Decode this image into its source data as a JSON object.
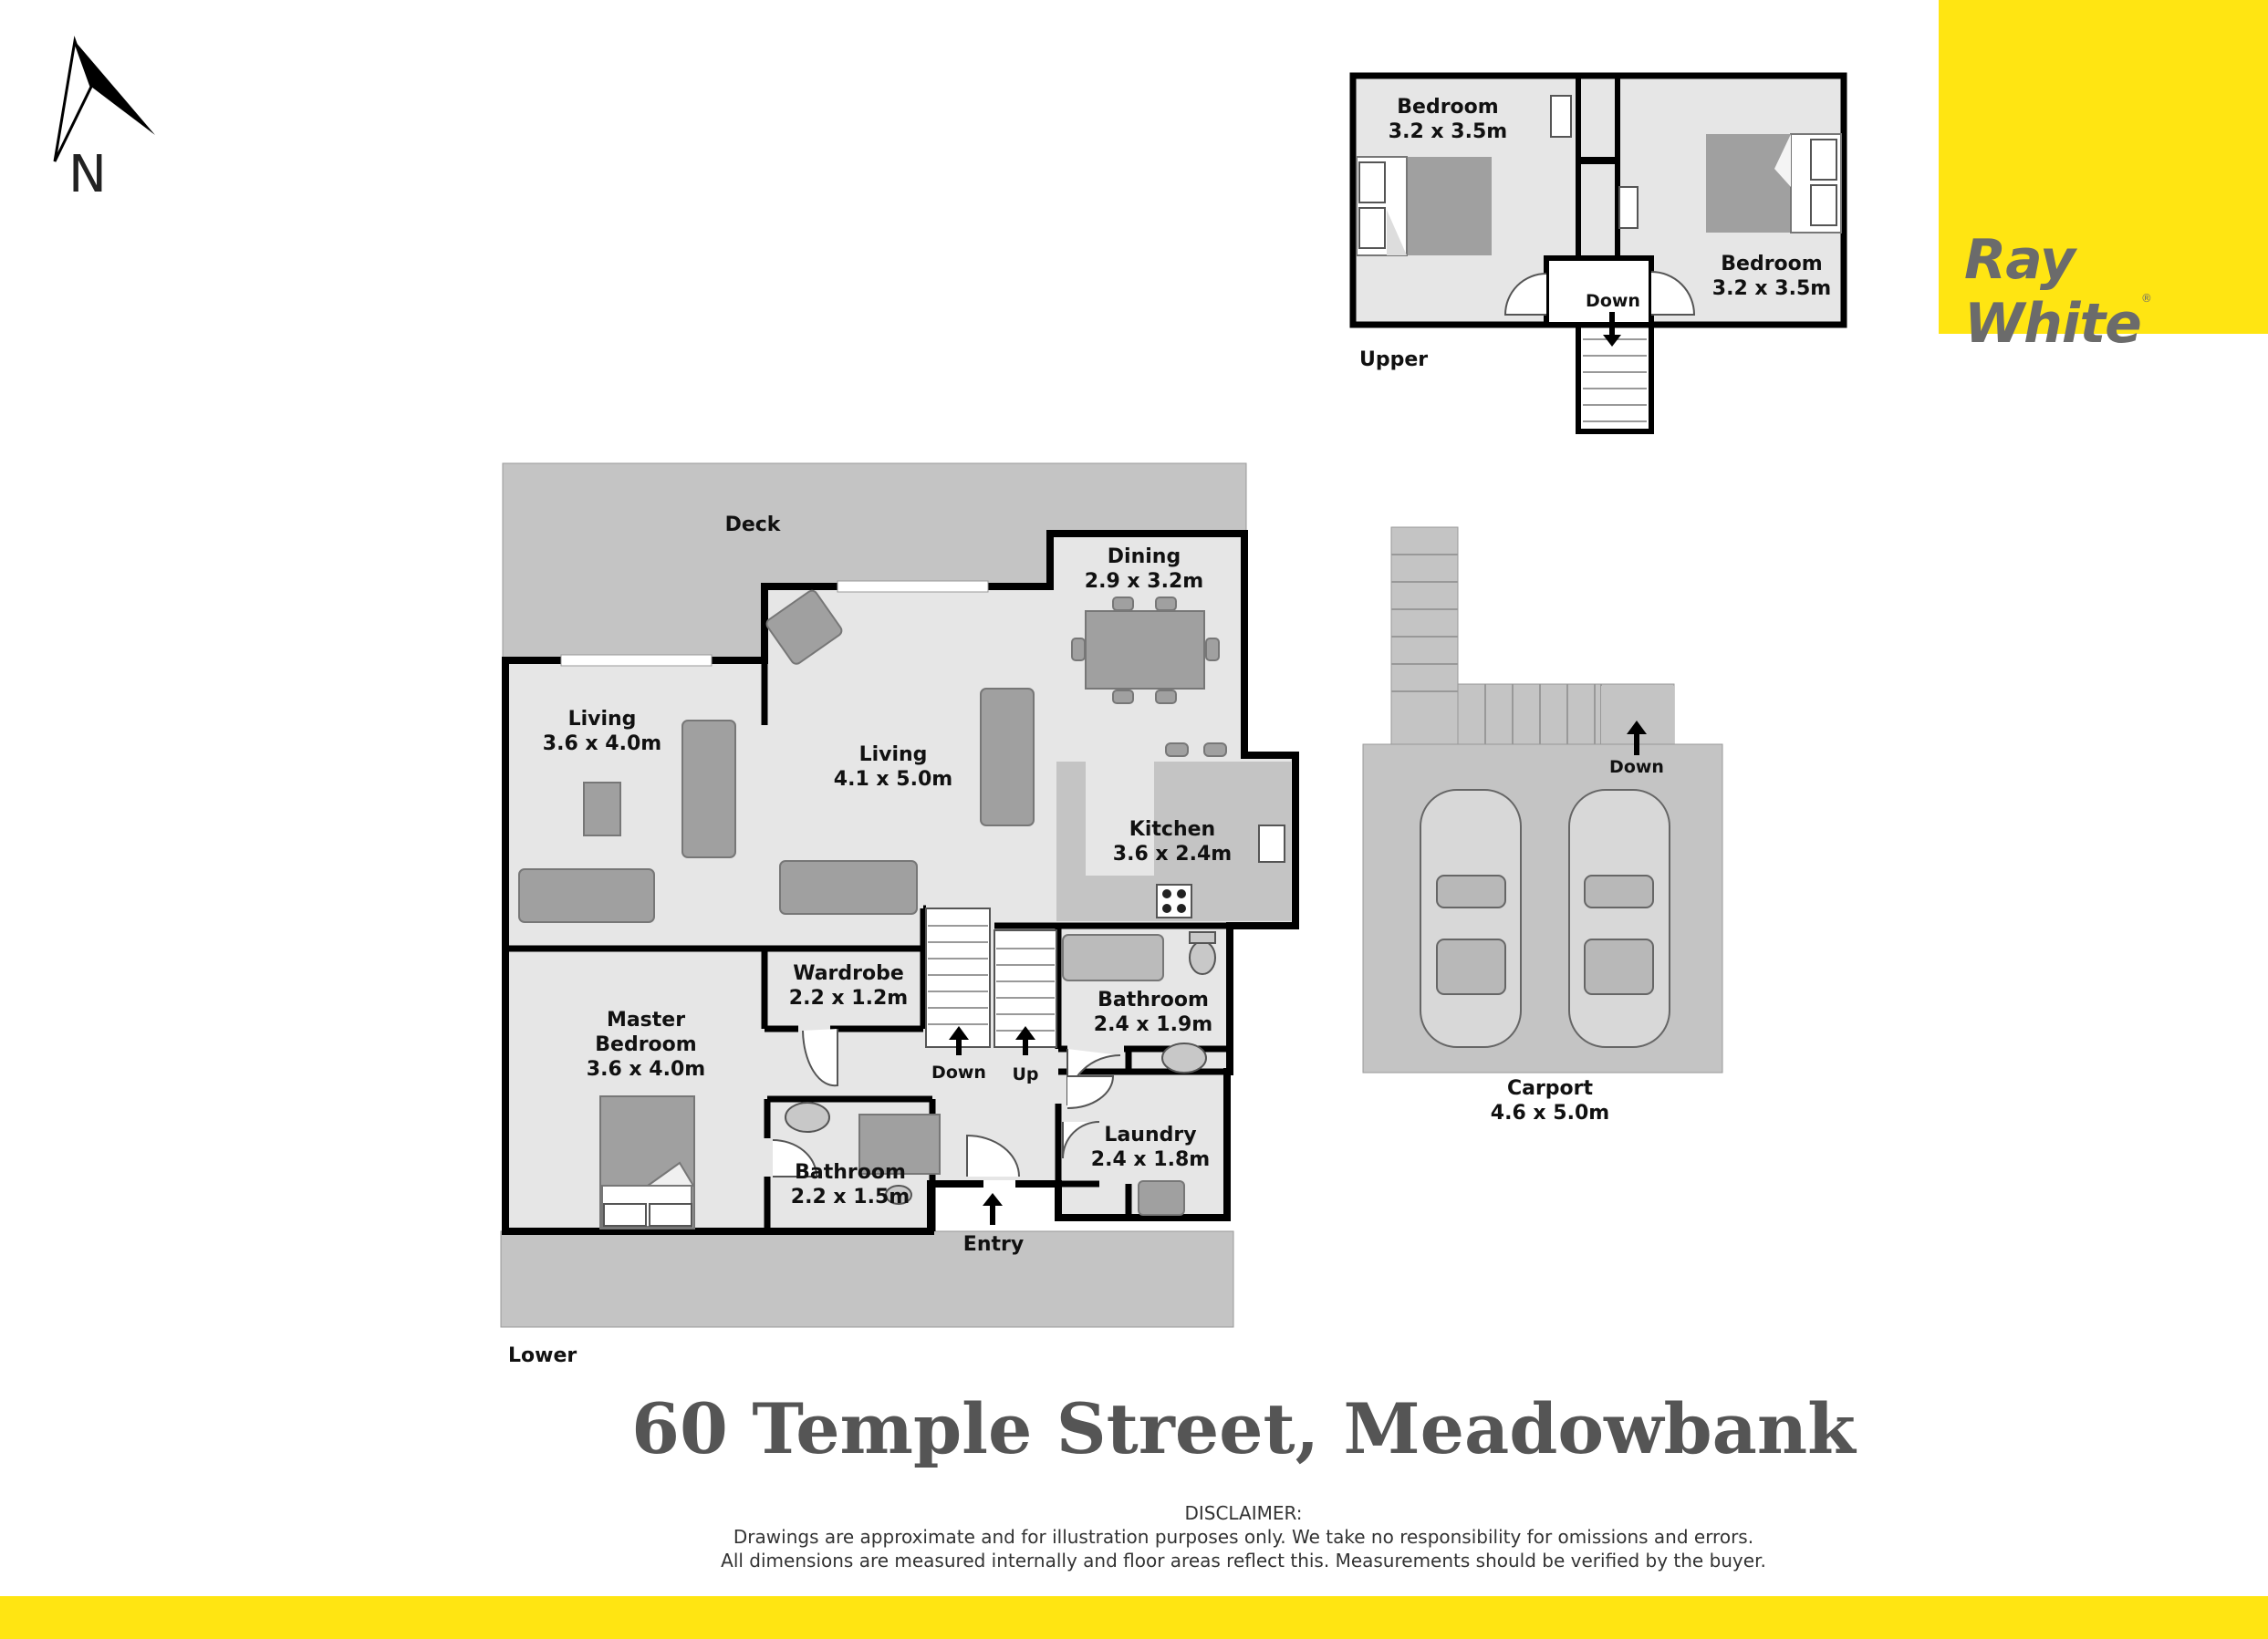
{
  "compass": {
    "label": "N"
  },
  "brand": {
    "name": "Ray White",
    "color": "#ffe512"
  },
  "address": "60 Temple Street, Meadowbank",
  "disclaimer": {
    "heading": "DISCLAIMER:",
    "line1": "Drawings are approximate and for illustration purposes only. We take no responsibility for omissions and errors.",
    "line2": "All dimensions are measured internally and floor areas reflect this. Measurements should be verified by the buyer."
  },
  "upper": {
    "level_label": "Upper",
    "bedroom_left": {
      "name": "Bedroom",
      "size": "3.2 x 3.5m"
    },
    "bedroom_right": {
      "name": "Bedroom",
      "size": "3.2 x 3.5m"
    },
    "stairs_label": "Down"
  },
  "lower": {
    "level_label": "Lower",
    "deck": "Deck",
    "dining": {
      "name": "Dining",
      "size": "2.9 x 3.2m"
    },
    "living_left": {
      "name": "Living",
      "size": "3.6 x 4.0m"
    },
    "living_main": {
      "name": "Living",
      "size": "4.1 x 5.0m"
    },
    "kitchen": {
      "name": "Kitchen",
      "size": "3.6 x 2.4m"
    },
    "wardrobe": {
      "name": "Wardrobe",
      "size": "2.2 x 1.2m"
    },
    "master_bedroom": {
      "name_line1": "Master",
      "name_line2": "Bedroom",
      "size": "3.6 x 4.0m"
    },
    "bathroom_upper": {
      "name": "Bathroom",
      "size": "2.4 x 1.9m"
    },
    "bathroom_lower": {
      "name": "Bathroom",
      "size": "2.2 x 1.5m"
    },
    "laundry": {
      "name": "Laundry",
      "size": "2.4 x 1.8m"
    },
    "stairs_down": "Down",
    "stairs_up": "Up",
    "entry": "Entry"
  },
  "carport": {
    "name": "Carport",
    "size": "4.6 x 5.0m",
    "stairs_label": "Down"
  },
  "colors": {
    "room_fill": "#e6e6e6",
    "wall": "#000000",
    "outdoor": "#c4c4c4",
    "furniture": "#a0a0a0"
  }
}
